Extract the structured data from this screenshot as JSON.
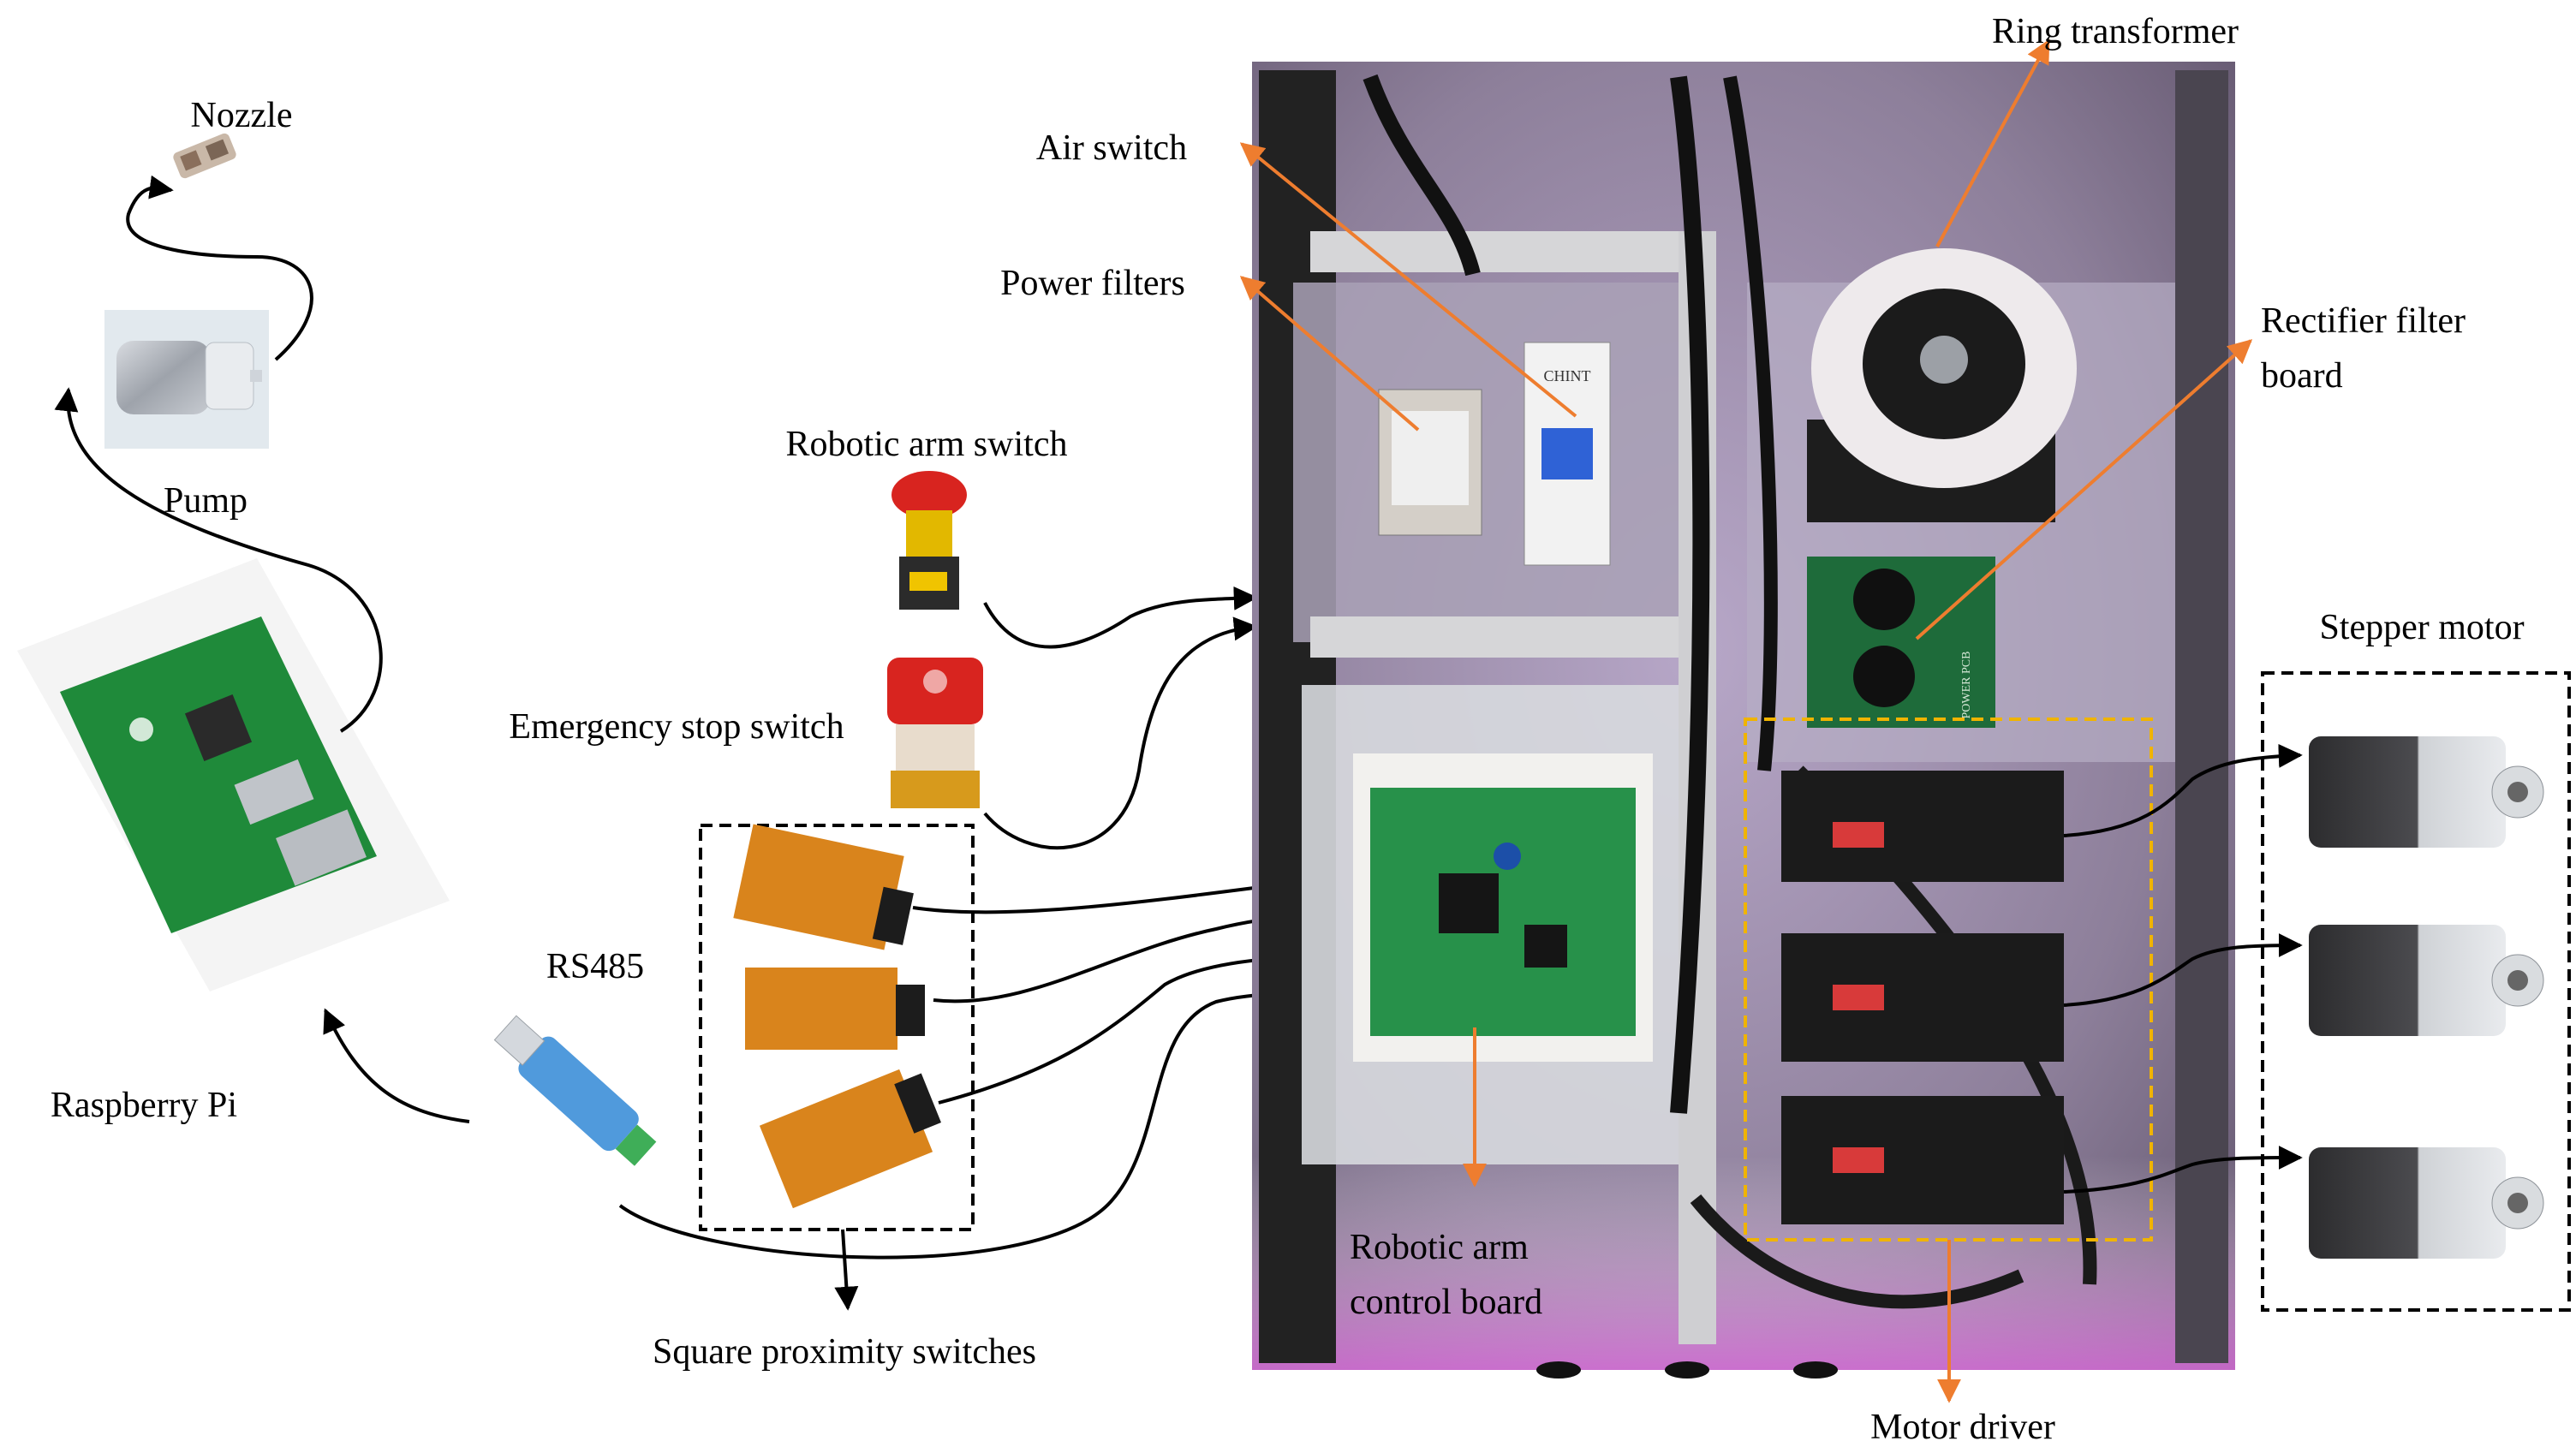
{
  "labels": {
    "nozzle": "Nozzle",
    "pump": "Pump",
    "raspberry_pi": "Raspberry Pi",
    "rs485": "RS485",
    "air_switch": "Air switch",
    "power_filters": "Power filters",
    "robotic_arm_switch": "Robotic arm switch",
    "emergency_stop_switch": "Emergency stop switch",
    "square_proximity_switches": "Square proximity switches",
    "ring_transformer": "Ring transformer",
    "rectifier_filter_board_line1": "Rectifier filter",
    "rectifier_filter_board_line2": "board",
    "stepper_motor": "Stepper motor",
    "robotic_arm_control_board_line1": "Robotic arm",
    "robotic_arm_control_board_line2": "control board",
    "motor_driver": "Motor driver"
  },
  "component_text": {
    "driver_panel_text": "POWER PCB",
    "breaker_brand": "CHINT"
  },
  "colors": {
    "leader_arrow": "#ee7d2f",
    "connection_arrow": "#000000",
    "motor_driver_box": "#f0b400",
    "cabinet_bg": "#8f8a99",
    "cabinet_glow": "#e070e0",
    "pcb_green": "#1f8a3a",
    "sensor_orange": "#d9841c",
    "estop_red": "#d8241f"
  }
}
